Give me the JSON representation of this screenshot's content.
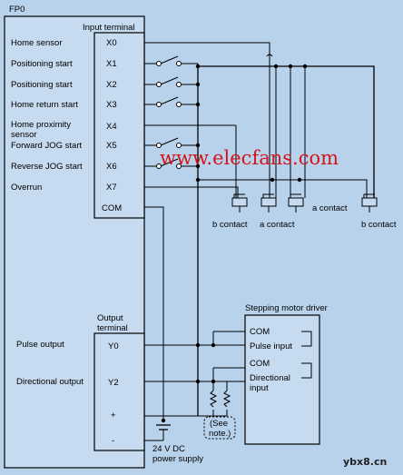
{
  "fp0": {
    "title": "FP0",
    "input_terminal_header": "Input terminal",
    "inputs": [
      {
        "label": "Home sensor",
        "terminal": "X0"
      },
      {
        "label": "Positioning start",
        "terminal": "X1"
      },
      {
        "label": "Positioning start",
        "terminal": "X2"
      },
      {
        "label": "Home return start",
        "terminal": "X3"
      },
      {
        "label": "Home proximity",
        "label2": "sensor",
        "terminal": "X4"
      },
      {
        "label": "Forward JOG start",
        "terminal": "X5"
      },
      {
        "label": "Reverse JOG start",
        "terminal": "X6"
      },
      {
        "label": "Overrun",
        "terminal": "X7"
      }
    ],
    "com_label": "COM",
    "output_terminal_header_1": "Output",
    "output_terminal_header_2": "terminal",
    "outputs": [
      {
        "label": "Pulse output",
        "terminal": "Y0"
      },
      {
        "label": "Directional output",
        "terminal": "Y2"
      }
    ],
    "plus": "+",
    "minus": "-"
  },
  "sensors": {
    "b_contact_1": "b contact",
    "a_contact_1": "a contact",
    "a_contact_2": "a contact",
    "b_contact_2": "b contact"
  },
  "power": {
    "line1": "24 V DC",
    "line2": "power supply"
  },
  "driver": {
    "title": "Stepping motor driver",
    "com1": "COM",
    "pulse_input": "Pulse input",
    "com2": "COM",
    "dir_input_1": "Directional",
    "dir_input_2": "input"
  },
  "note": {
    "line1": "(See",
    "line2": "note.)"
  },
  "watermark": {
    "main": "www.elecfans.com",
    "corner": "ybx8.cn"
  }
}
